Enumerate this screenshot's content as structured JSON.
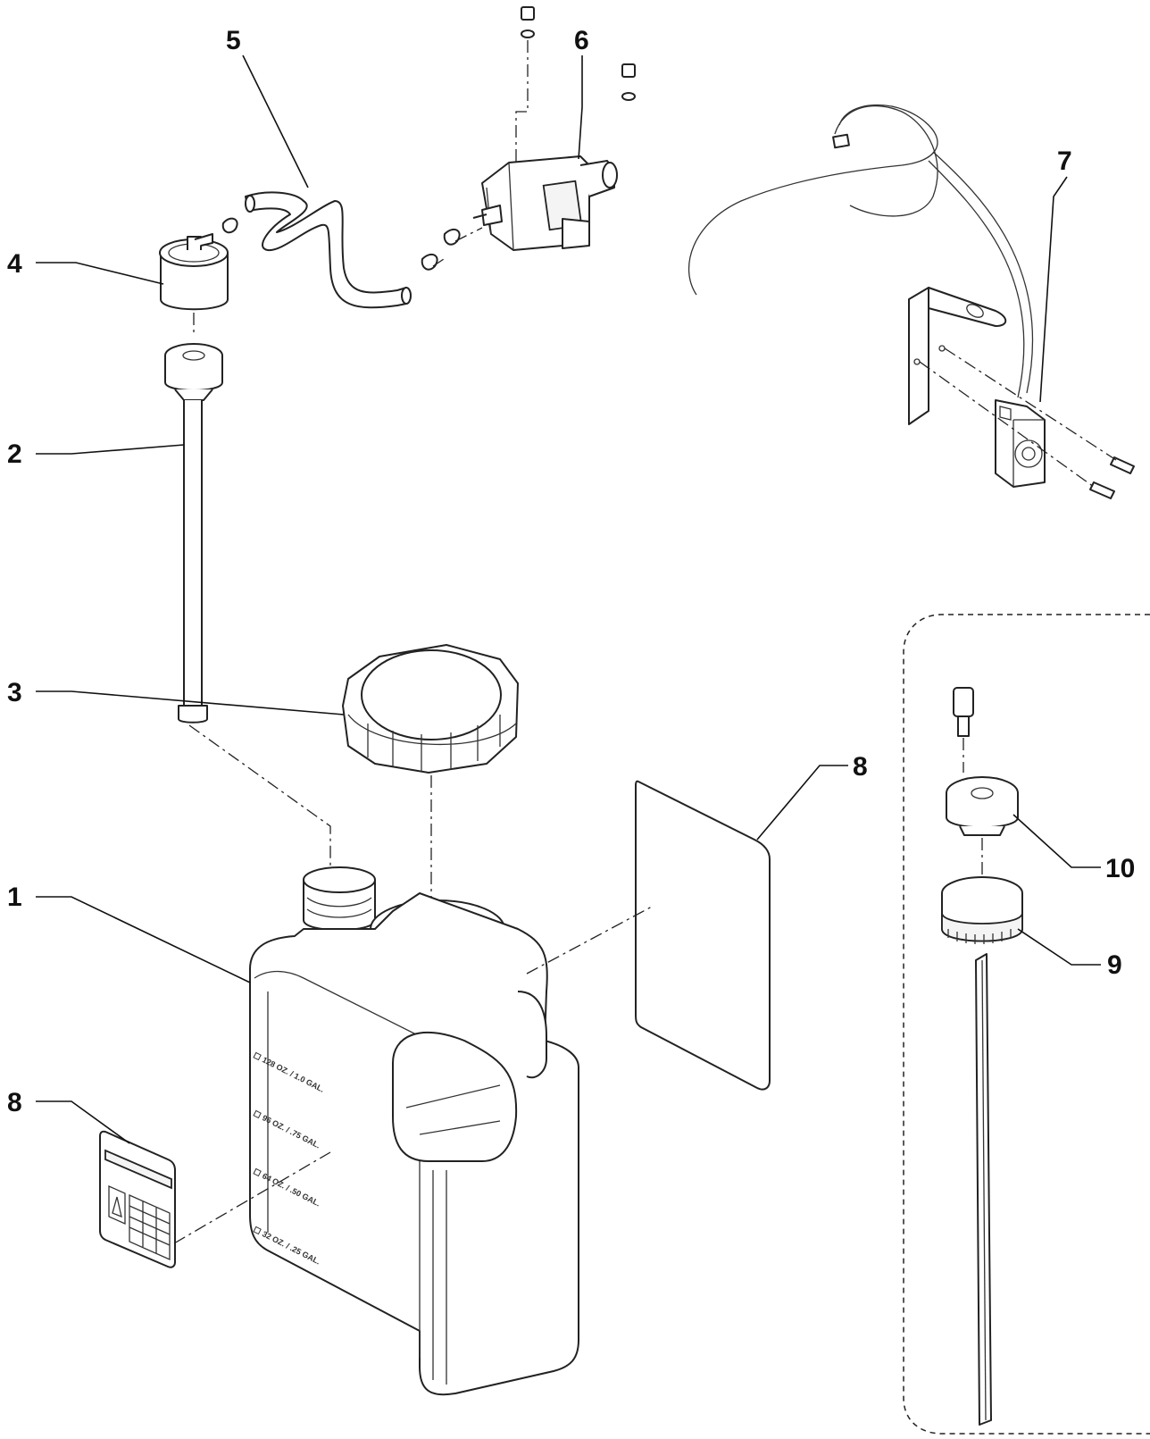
{
  "diagram": {
    "callouts": [
      {
        "id": "1",
        "label": "1"
      },
      {
        "id": "2",
        "label": "2"
      },
      {
        "id": "3",
        "label": "3"
      },
      {
        "id": "4",
        "label": "4"
      },
      {
        "id": "5",
        "label": "5"
      },
      {
        "id": "6",
        "label": "6"
      },
      {
        "id": "7",
        "label": "7"
      },
      {
        "id": "8a",
        "label": "8"
      },
      {
        "id": "8b",
        "label": "8"
      },
      {
        "id": "9",
        "label": "9"
      },
      {
        "id": "10",
        "label": "10"
      }
    ],
    "tank_graduations": [
      "128 OZ. / 1.0 GAL.",
      "96 OZ. / .75 GAL.",
      "64 OZ. / .50 GAL.",
      "32 OZ. / .25 GAL."
    ]
  }
}
